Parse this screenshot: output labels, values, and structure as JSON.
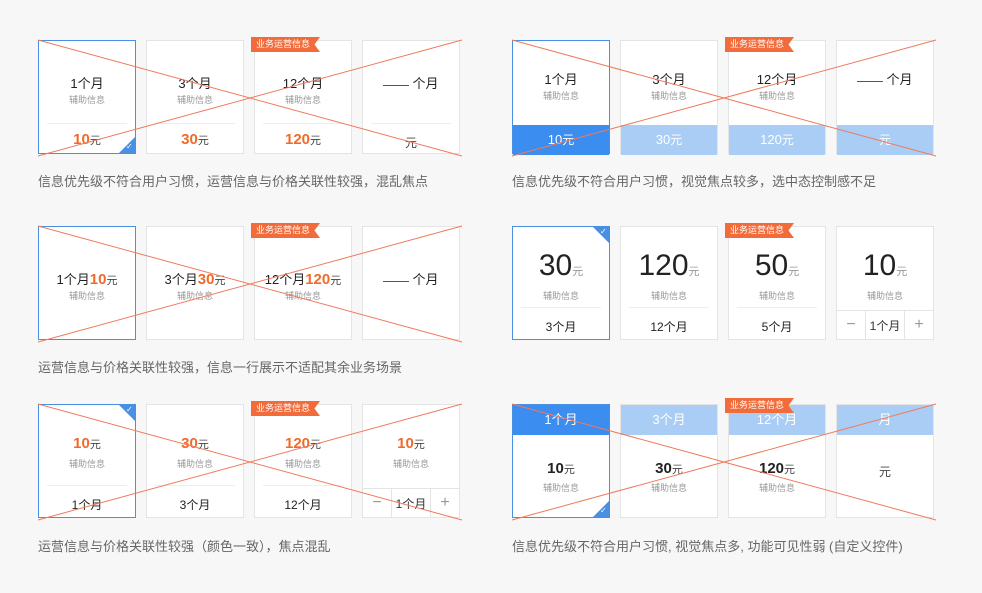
{
  "badge": "业务运营信息",
  "aux": "辅助信息",
  "yuan": "元",
  "blank_unit": "个月",
  "p1": {
    "cards": [
      {
        "main": "1个月",
        "price": "10"
      },
      {
        "main": "3个月",
        "price": "30"
      },
      {
        "main": "12个月",
        "price": "120"
      }
    ],
    "caption": "信息优先级不符合用户习惯，运营信息与价格关联性较强，混乱焦点"
  },
  "p2": {
    "cards": [
      {
        "main": "1个月",
        "price": "10"
      },
      {
        "main": "3个月",
        "price": "30"
      },
      {
        "main": "12个月",
        "price": "120"
      }
    ],
    "caption": "信息优先级不符合用户习惯，视觉焦点较多，选中态控制感不足"
  },
  "p3": {
    "cards": [
      {
        "a": "1个月",
        "b": "10"
      },
      {
        "a": "3个月",
        "b": "30"
      },
      {
        "a": "12个月",
        "b": "120"
      }
    ],
    "caption": "运营信息与价格关联性较强，信息一行展示不适配其余业务场景"
  },
  "p4": {
    "cards": [
      {
        "price": "30",
        "dur": "3个月"
      },
      {
        "price": "120",
        "dur": "12个月"
      },
      {
        "price": "50",
        "dur": "5个月"
      },
      {
        "price": "10"
      }
    ],
    "stepper": {
      "minus": "−",
      "value": "1个月",
      "plus": "+"
    }
  },
  "p5": {
    "cards": [
      {
        "price": "10",
        "dur": "1个月"
      },
      {
        "price": "30",
        "dur": "3个月"
      },
      {
        "price": "120",
        "dur": "12个月"
      },
      {
        "price": "10"
      }
    ],
    "stepper": {
      "minus": "−",
      "value": "1个月",
      "plus": "+"
    },
    "caption": "运营信息与价格关联性较强（颜色一致），焦点混乱"
  },
  "p6": {
    "cards": [
      {
        "dur": "1个月",
        "price": "10"
      },
      {
        "dur": "3个月",
        "price": "30"
      },
      {
        "dur": "12个月",
        "price": "120"
      },
      {
        "dur": "月"
      }
    ],
    "caption": "信息优先级不符合用户习惯, 视觉焦点多, 功能可见性弱 (自定义控件)"
  },
  "check": "✓",
  "colors": {
    "accent": "#f06a2a",
    "select": "#4a90e2",
    "band_blue": "#3b8def",
    "band_light": "#a9cdf5",
    "cross": "#f07a5a"
  }
}
